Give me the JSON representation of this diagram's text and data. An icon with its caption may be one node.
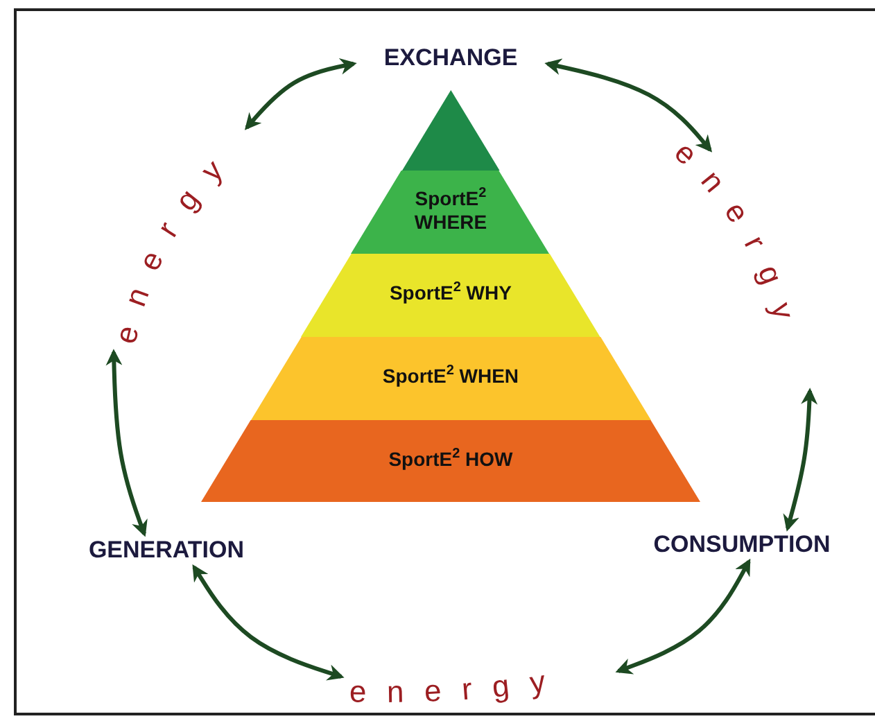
{
  "diagram": {
    "nodes": [
      {
        "text": [
          "EXCHANGE"
        ]
      },
      {
        "text": [],
        "shape": "triangle"
      },
      {
        "text": [
          "SportE$^{2}$ WHERE"
        ]
      },
      {
        "text": [
          "SportE$^{2}$ WHY"
        ]
      },
      {
        "text": [
          "SportE$^{2}$ WHEN"
        ]
      },
      {
        "text": [
          "SportE$^{2}$ HOW"
        ]
      },
      {
        "text": [
          "energy"
        ]
      },
      {
        "text": [
          "energy"
        ]
      },
      {
        "text": [
          "GENERATION"
        ]
      },
      {
        "text": [
          "CONSUMPTION"
        ]
      },
      {
        "text": [
          "energy"
        ]
      }
    ],
    "edges": [
      {
        "from": 0,
        "to": 6,
        "arrow": "both"
      },
      {
        "from": 6,
        "to": 8,
        "arrow": "both"
      },
      {
        "from": 8,
        "to": 10,
        "arrow": "both"
      },
      {
        "from": 10,
        "to": 9,
        "arrow": "both"
      },
      {
        "from": 9,
        "to": 7,
        "arrow": "both"
      },
      {
        "from": 7,
        "to": 0,
        "arrow": "both"
      }
    ]
  }
}
